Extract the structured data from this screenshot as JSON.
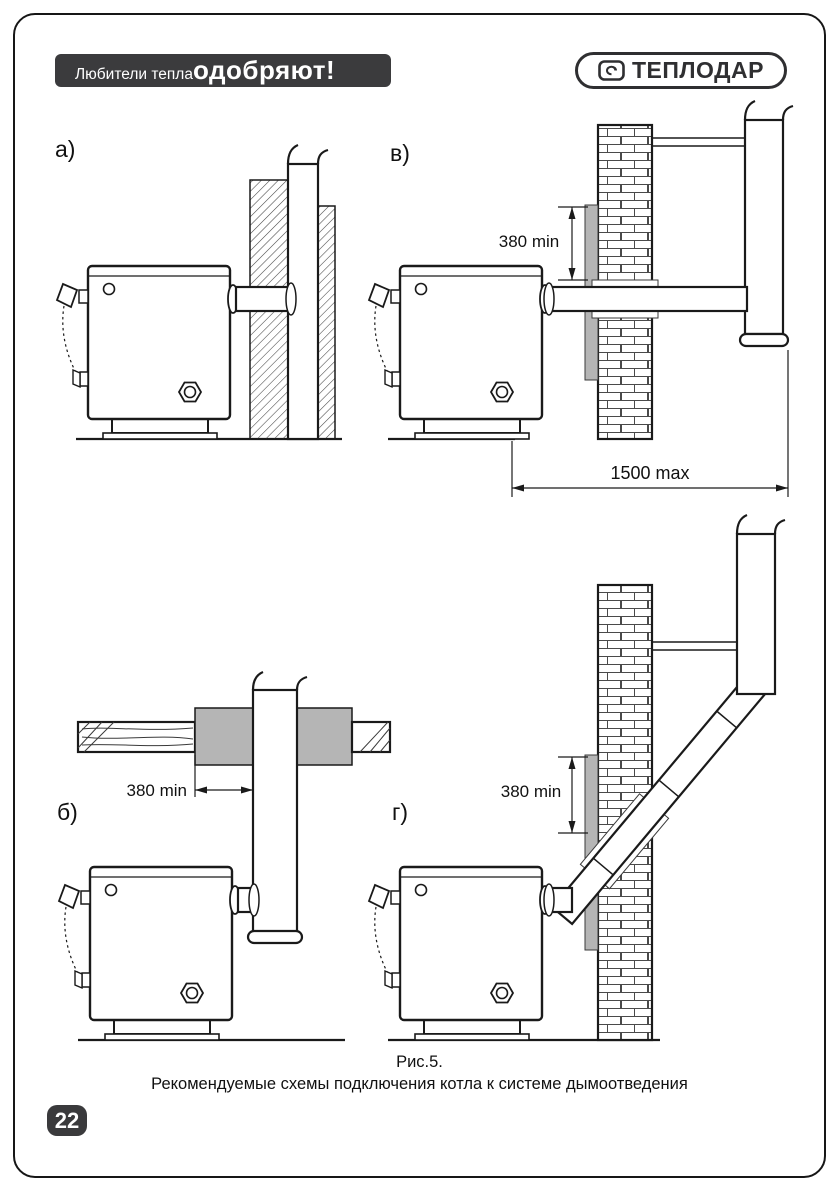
{
  "header": {
    "slogan_prefix": "Любители тепла",
    "slogan_emphasis": "одобряют!",
    "brand_name": "ТЕПЛОДАР"
  },
  "diagrams": {
    "a": {
      "label": "а)"
    },
    "v": {
      "label": "в)",
      "dim_wall": "380 min",
      "dim_width": "1500 max"
    },
    "b": {
      "label": "б)",
      "dim_ceiling": "380 min"
    },
    "g": {
      "label": "г)",
      "dim_wall": "380 min"
    }
  },
  "caption": {
    "figure": "Рис.5.",
    "text": "Рекомендуемые схемы подключения котла к системе дымоотведения"
  },
  "page_number": "22",
  "colors": {
    "banner_background": "#3b3b3d",
    "line_color": "#1a1a1a",
    "insulation_gray": "#b5b5b5"
  }
}
